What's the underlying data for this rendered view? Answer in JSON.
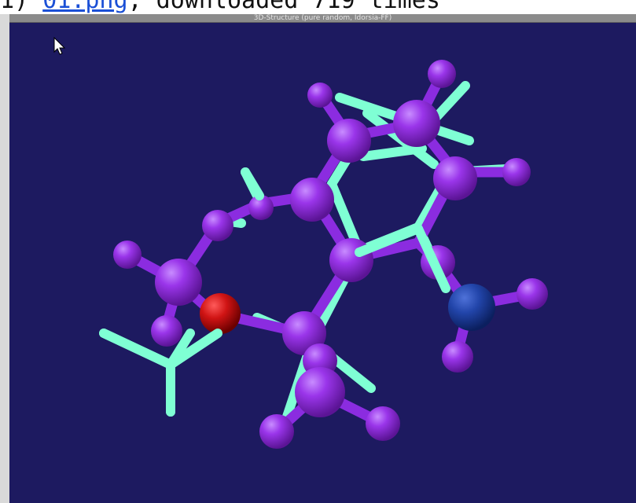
{
  "caption": {
    "prefix": "1)",
    "link_text": "01.png",
    "suffix": ", downloaded 719 times"
  },
  "window": {
    "title": "3D-Structure (pure random, Idorsia-FF)"
  },
  "colors": {
    "background": "#1d1a60",
    "atom_purple": "#8a2be2",
    "bond_cyan": "#7fffd4",
    "oxygen_red": "#cc1111",
    "nitrogen_blue": "#1f3fa0"
  },
  "icons": {
    "cursor": "arrow-cursor-icon"
  }
}
